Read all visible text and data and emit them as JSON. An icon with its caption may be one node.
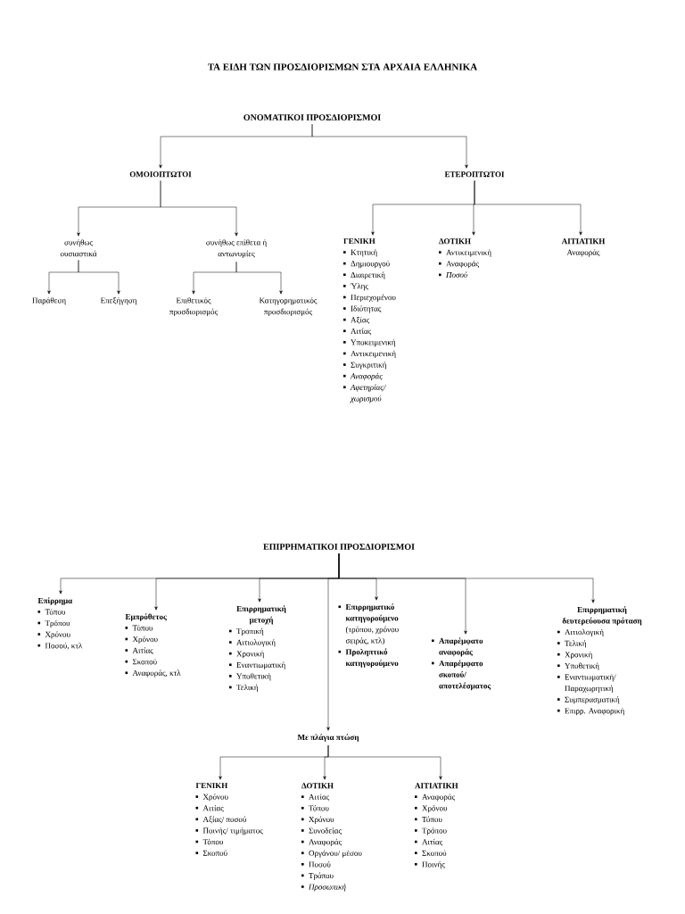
{
  "diagram": {
    "title": "ΤΑ ΕΙΔΗ ΤΩΝ ΠΡΟΣΔΙΟΡΙΣΜΩΝ ΣΤΑ ΑΡΧΑΙΑ ΕΛΛΗΝΙΚΑ",
    "nodes": [
      {
        "text": [
          "ΟΝΟΜΑΤΙΚΟΙ ΠΡΟΣΔΙΟΡΙΣΜΟΙ"
        ]
      },
      {
        "text": [
          "ΟΜΟΙΟΠΤΩΤΟΙ"
        ]
      },
      {
        "text": [
          "ΕΤΕΡΟΠΤΩΤΟΙ"
        ]
      },
      {
        "text": [
          "συνήθως ουσιαστικά"
        ]
      },
      {
        "text": [
          "συνήθως επίθετα ή αντωνυμίες"
        ]
      },
      {
        "text": [
          "Παράθεση"
        ]
      },
      {
        "text": [
          "Επεξήγηση"
        ]
      },
      {
        "text": [
          "Επιθετικός προσδιορισμός"
        ]
      },
      {
        "text": [
          "Κατηγορηματικός προσδιορισμός"
        ]
      },
      {
        "text": [
          "ΓΕΝΙΚΗ",
          "Κτητική",
          "Δημιουργού",
          "Διαιρετική",
          "Ύλης",
          "Περιεχομένου",
          "Ιδιότητας",
          "Αξίας",
          "Αιτίας",
          "Υποκειμενική",
          "Αντικειμενική",
          "Συγκριτική",
          "*Αναφοράς*",
          "*Αφετηρίας/ χωρισμού*"
        ]
      },
      {
        "text": [
          "ΔΟΤΙΚΗ",
          "Αντικειμενική",
          "Αναφοράς",
          "*Ποσού*"
        ]
      },
      {
        "text": [
          "ΑΙΤΙΑΤΙΚΗ",
          "Αναφοράς"
        ]
      },
      {
        "text": [
          "ΕΠΙΡΡΗΜΑΤΙΚΟΙ ΠΡΟΣΔΙΟΡΙΣΜΟΙ"
        ]
      },
      {
        "text": [
          "Επίρρημα",
          "Τόπου",
          "Τρόπου",
          "Χρόνου",
          "Ποσού, κτλ"
        ]
      },
      {
        "text": [
          "Εμπρόθετος",
          "Τόπου",
          "Χρόνου",
          "Αιτίας",
          "Σκοπού",
          "Αναφοράς, κτλ"
        ]
      },
      {
        "text": [
          "Επιρρηματική μετοχή",
          "Τροπική",
          "Αιτιολογική",
          "Χρονική",
          "Εναντιωματική",
          "Υποθετική",
          "Τελική"
        ]
      },
      {
        "text": [
          "**Επιρρηματικό κατηγορούμενο** (τρόπου, χρόνου σειράς, κτλ)",
          "**Προληπτικό κατηγορούμενο**"
        ]
      },
      {
        "text": [
          "**Απαρέμφατο αναφοράς**",
          "**Απαρέμφατο σκοπού/ αποτελέσματος**"
        ]
      },
      {
        "text": [
          "Επιρρηματική δευτερεύουσα πρόταση",
          "Αιτιολογική",
          "Τελική",
          "Χρονική",
          "Υποθετική",
          "Εναντιωματική/ Παραχωρητική",
          "Συμπερασματική",
          "Επιρρ. Αναφορική"
        ]
      },
      {
        "text": [
          "Με πλάγια πτώση"
        ]
      },
      {
        "text": [
          "ΓΕΝΙΚΗ",
          "Χρόνου",
          "Αιτίας",
          "Αξίας/ ποσού",
          "Ποινής/ τιμήματος",
          "Τόπου",
          "Σκοπού"
        ]
      },
      {
        "text": [
          "ΔΟΤΙΚΗ",
          "Αιτίας",
          "Τόπου",
          "Χρόνου",
          "Συνοδείας",
          "Αναφοράς",
          "Οργάνου/ μέσου",
          "Ποσού",
          "Τρόπου",
          "*Προσωπική*"
        ]
      },
      {
        "text": [
          "ΑΙΤΙΑΤΙΚΗ",
          "Αναφοράς",
          "Χρόνου",
          "Τόπου",
          "Τρόπου",
          "Αιτίας",
          "Σκοπού",
          "Ποινής"
        ]
      }
    ],
    "edges": [
      {
        "from": 0,
        "to": 1,
        "arrow": "to"
      },
      {
        "from": 0,
        "to": 2,
        "arrow": "to"
      },
      {
        "from": 1,
        "to": 3,
        "arrow": "to"
      },
      {
        "from": 1,
        "to": 4,
        "arrow": "to"
      },
      {
        "from": 3,
        "to": 5,
        "arrow": "to"
      },
      {
        "from": 3,
        "to": 6,
        "arrow": "to"
      },
      {
        "from": 4,
        "to": 7,
        "arrow": "to"
      },
      {
        "from": 4,
        "to": 8,
        "arrow": "to"
      },
      {
        "from": 2,
        "to": 9,
        "arrow": "to"
      },
      {
        "from": 2,
        "to": 10,
        "arrow": "to"
      },
      {
        "from": 2,
        "to": 11,
        "arrow": "to"
      },
      {
        "from": 12,
        "to": 13,
        "arrow": "to"
      },
      {
        "from": 12,
        "to": 14,
        "arrow": "to"
      },
      {
        "from": 12,
        "to": 15,
        "arrow": "to"
      },
      {
        "from": 12,
        "to": 16,
        "arrow": "to"
      },
      {
        "from": 12,
        "to": 17,
        "arrow": "to"
      },
      {
        "from": 12,
        "to": 18,
        "arrow": "to"
      },
      {
        "from": 12,
        "to": 19,
        "arrow": "to"
      },
      {
        "from": 19,
        "to": 20,
        "arrow": "to"
      },
      {
        "from": 19,
        "to": 21,
        "arrow": "to"
      },
      {
        "from": 19,
        "to": 22,
        "arrow": "to"
      }
    ]
  }
}
